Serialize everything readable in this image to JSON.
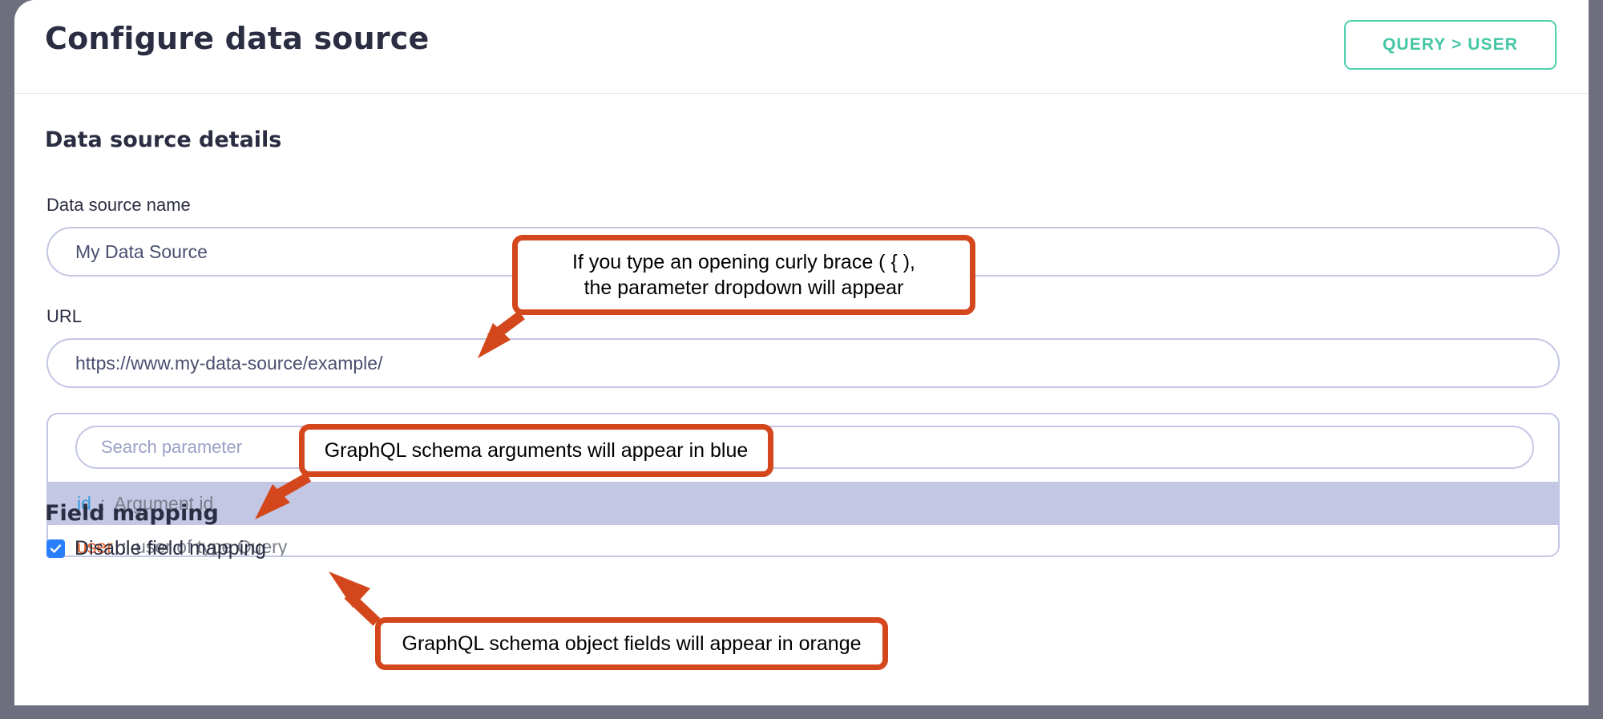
{
  "header": {
    "title": "Configure data source",
    "query_button_label": "QUERY > USER"
  },
  "main": {
    "details_heading": "Data source details",
    "fields": [
      {
        "label": "Data source name",
        "value": "My Data Source"
      },
      {
        "label": "URL",
        "value": "https://www.my-data-source/example/"
      }
    ],
    "parameter_dropdown": {
      "search_placeholder": "Search parameter",
      "options": [
        {
          "key": "id",
          "separator": ":",
          "description": "Argument id",
          "key_color": "#3399dd",
          "selected": true
        },
        {
          "key": "user",
          "separator": ":",
          "description": "user of type Query",
          "key_color": "#e8622a",
          "selected": false
        }
      ]
    },
    "field_mapping": {
      "heading": "Field mapping",
      "checkbox_label": "Disable field mapping",
      "checked": true
    }
  },
  "annotations": [
    {
      "id": "curly-brace",
      "text": "If you type an opening curly brace ( { ),\nthe parameter dropdown will appear"
    },
    {
      "id": "blue-args",
      "text": "GraphQL schema arguments will appear in blue"
    },
    {
      "id": "orange-fields",
      "text": "GraphQL schema object fields will appear in orange"
    }
  ],
  "colors": {
    "accent_teal": "#4fd1ae",
    "annotation_orange": "#d4471c",
    "input_border_lavender": "#c3c7e4",
    "row_highlight": "#c3c7e4",
    "checkbox_blue": "#2a7fff",
    "text_dark": "#2b2d42",
    "frame_gray": "#6d6e7e"
  }
}
